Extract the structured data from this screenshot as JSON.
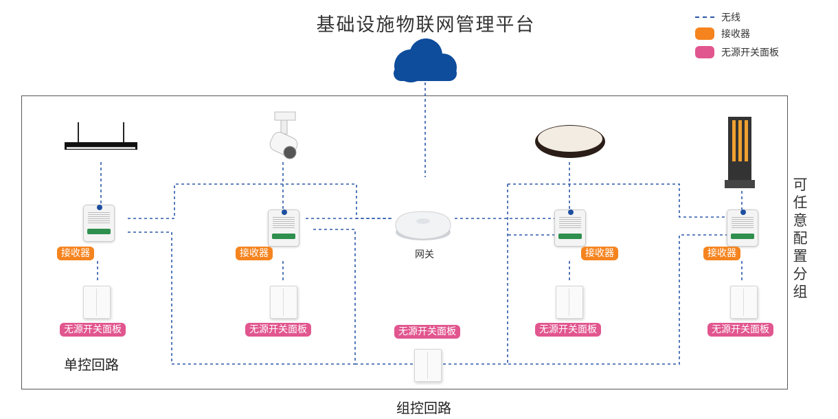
{
  "title": "基础设施物联网管理平台",
  "legend": [
    {
      "label": "无线",
      "kind": "dashed-line",
      "color": "#2a56a8"
    },
    {
      "label": "接收器",
      "kind": "swatch",
      "color": "#f5841f"
    },
    {
      "label": "无源开关面板",
      "kind": "swatch",
      "color": "#e1568f"
    }
  ],
  "labels": {
    "receiver": "接收器",
    "switch_panel": "无源开关面板",
    "gateway": "网关",
    "single_control": "单控回路",
    "group_control": "组控回路",
    "side_note": "可任意配置分组"
  },
  "colors": {
    "link": "#2a56a8",
    "cloud": "#0e4c9c",
    "receiver_tag": "#f5841f",
    "switch_tag": "#e1568f"
  },
  "icons": [
    "cloud-icon",
    "linear-pendant-light-icon",
    "track-spotlight-icon",
    "ceiling-light-icon",
    "bollard-light-icon",
    "gateway-icon",
    "receiver-module-icon",
    "switch-panel-icon"
  ]
}
